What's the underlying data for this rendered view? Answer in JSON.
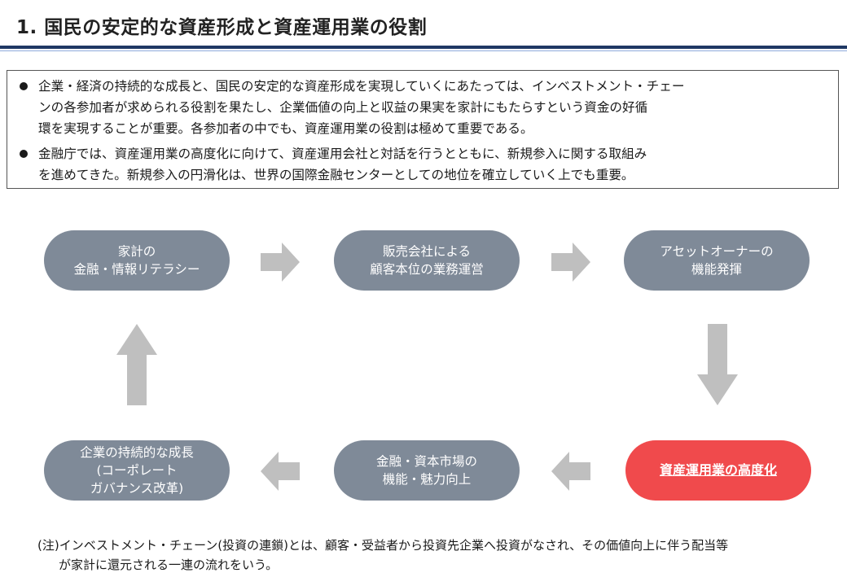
{
  "header": {
    "title": "1. 国民の安定的な資産形成と資産運用業の役割"
  },
  "summary": {
    "bullets": [
      {
        "lines": [
          "企業・経済の持続的な成長と、国民の安定的な資産形成を実現していくにあたっては、インベストメント・チェー",
          "ンの各参加者が求められる役割を果たし、企業価値の向上と収益の果実を家計にもたらすという資金の好循",
          "環を実現することが重要。各参加者の中でも、資産運用業の役割は極めて重要である。"
        ]
      },
      {
        "lines": [
          "金融庁では、資産運用業の高度化に向けて、資産運用会社と対話を行うとともに、新規参入に関する取組み",
          "を進めてきた。新規参入の円滑化は、世界の国際金融センターとしての地位を確立していく上でも重要。"
        ]
      }
    ]
  },
  "flow": {
    "nodes": [
      {
        "id": "household",
        "lines": [
          "家計の",
          "金融・情報リテラシー"
        ]
      },
      {
        "id": "sales",
        "lines": [
          "販売会社による",
          "顧客本位の業務運営"
        ]
      },
      {
        "id": "asset-owner",
        "lines": [
          "アセットオーナーの",
          "機能発揮"
        ]
      },
      {
        "id": "asset-mgmt",
        "lines": [
          "資産運用業の高度化"
        ]
      },
      {
        "id": "capital-market",
        "lines": [
          "金融・資本市場の",
          "機能・魅力向上"
        ]
      },
      {
        "id": "corporate",
        "lines": [
          "企業の持続的な成長",
          "(コーポレート",
          "ガバナンス改革)"
        ]
      }
    ],
    "colors": {
      "node": "#7f8a98",
      "highlight": "#f04a4c",
      "arrow": "#bfbfbf"
    }
  },
  "note": {
    "lines": [
      "(注)インベストメント・チェーン(投資の連鎖)とは、顧客・受益者から投資先企業へ投資がなされ、その価値向上に伴う配当等",
      "が家計に還元される一連の流れをいう。"
    ]
  }
}
